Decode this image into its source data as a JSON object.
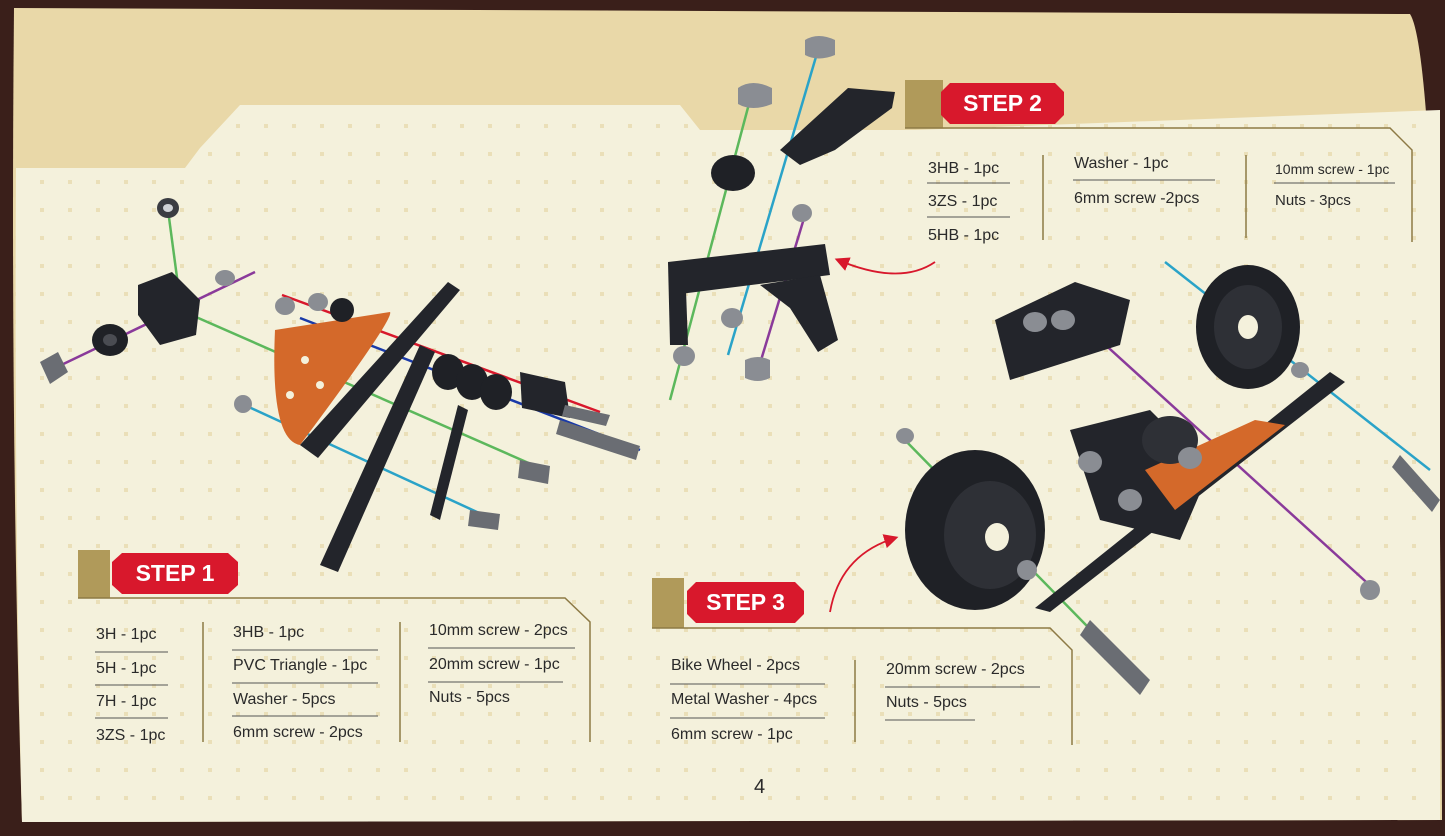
{
  "page_number": "4",
  "colors": {
    "red_badge": "#d8182c",
    "gold_band": "#e9d8a8",
    "paper": "#f4f1dc",
    "part_dark": "#2b2d33",
    "part_orange": "#d4692a",
    "rod_green": "#5cb85c",
    "rod_purple": "#8a3a9a",
    "rod_blue": "#2aa3c8"
  },
  "step1": {
    "title": "STEP 1",
    "col1": [
      "3H - 1pc",
      "5H - 1pc",
      "7H - 1pc",
      "3ZS - 1pc"
    ],
    "col2": [
      "3HB - 1pc",
      "PVC Triangle - 1pc",
      "Washer - 5pcs",
      "6mm screw - 2pcs"
    ],
    "col3": [
      "10mm screw - 2pcs",
      "20mm screw - 1pc",
      "Nuts - 5pcs"
    ]
  },
  "step2": {
    "title": "STEP 2",
    "col1": [
      "3HB - 1pc",
      "3ZS - 1pc",
      "5HB - 1pc"
    ],
    "col2": [
      "Washer - 1pc",
      "6mm screw -2pcs"
    ],
    "col3": [
      "10mm screw - 1pc",
      "Nuts - 3pcs"
    ]
  },
  "step3": {
    "title": "STEP 3",
    "col1": [
      "Bike Wheel - 2pcs",
      "Metal Washer - 4pcs",
      "6mm screw - 1pc"
    ],
    "col2": [
      "20mm screw - 2pcs",
      "Nuts - 5pcs"
    ]
  }
}
